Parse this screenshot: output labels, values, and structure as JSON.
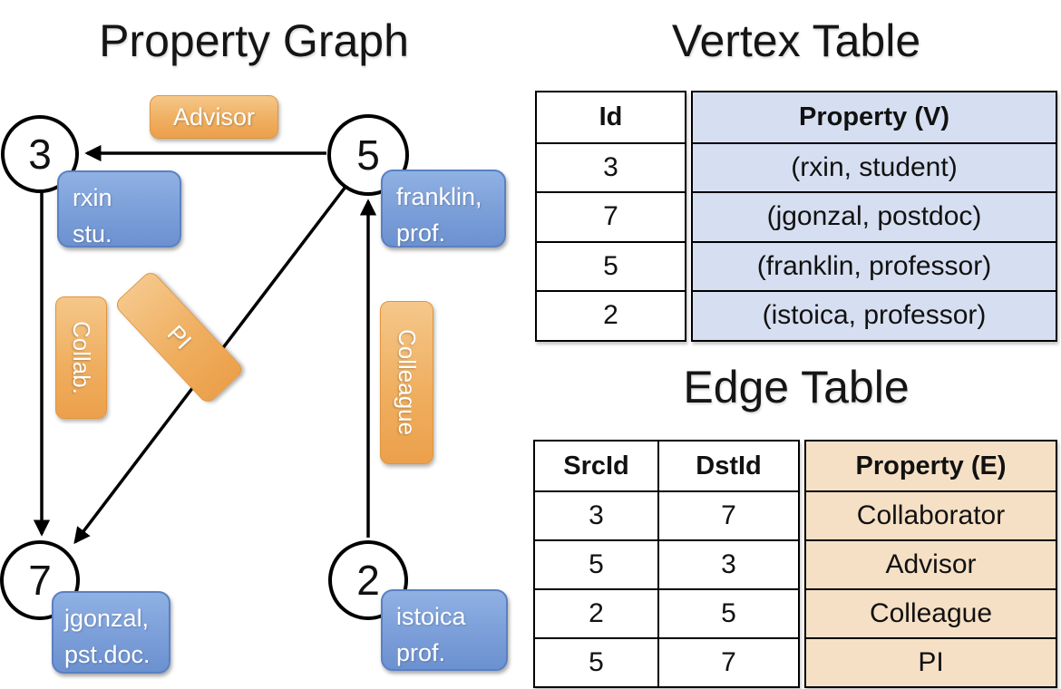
{
  "graph": {
    "title": "Property Graph",
    "nodes": [
      {
        "id": "3",
        "property_lines": [
          "rxin",
          "stu."
        ]
      },
      {
        "id": "5",
        "property_lines": [
          "franklin,",
          "prof."
        ]
      },
      {
        "id": "7",
        "property_lines": [
          "jgonzal,",
          "pst.doc."
        ]
      },
      {
        "id": "2",
        "property_lines": [
          "istoica",
          "prof."
        ]
      }
    ],
    "edge_labels": [
      "Advisor",
      "Collab.",
      "PI",
      "Colleague"
    ]
  },
  "vertex_table": {
    "title": "Vertex Table",
    "headers": {
      "id": "Id",
      "property": "Property (V)"
    },
    "rows": [
      {
        "id": "3",
        "property": "(rxin, student)"
      },
      {
        "id": "7",
        "property": "(jgonzal, postdoc)"
      },
      {
        "id": "5",
        "property": "(franklin, professor)"
      },
      {
        "id": "2",
        "property": "(istoica, professor)"
      }
    ]
  },
  "edge_table": {
    "title": "Edge Table",
    "headers": {
      "src": "SrcId",
      "dst": "DstId",
      "property": "Property (E)"
    },
    "rows": [
      {
        "src": "3",
        "dst": "7",
        "property": "Collaborator"
      },
      {
        "src": "5",
        "dst": "3",
        "property": "Advisor"
      },
      {
        "src": "2",
        "dst": "5",
        "property": "Colleague"
      },
      {
        "src": "5",
        "dst": "7",
        "property": "PI"
      }
    ]
  },
  "colors": {
    "edge_label_accent": "#ECA04B",
    "vertex_box_accent": "#6C91D0",
    "vertex_cell_bg": "#D6DFF1",
    "edge_cell_bg": "#F6E0C5",
    "line_color": "#000000"
  }
}
